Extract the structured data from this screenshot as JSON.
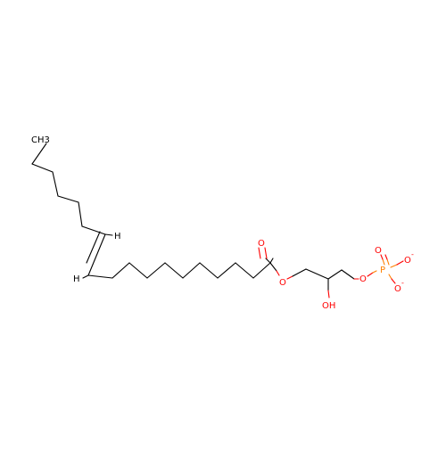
{
  "molecule": {
    "atoms": {
      "methyl": "CH3",
      "h_upper": "H",
      "h_lower": "H",
      "carbonyl_o": "O",
      "ester_o": "O",
      "hydroxyl": "OH",
      "phosphate_link_o": "O",
      "phosphorus": "P",
      "phosphoryl_o": "O",
      "anion_o_upper": "O",
      "anion_o_lower": "O",
      "charge_upper": "-",
      "charge_lower": "-"
    },
    "colors": {
      "carbon_bonds": "#000000",
      "oxygen": "#ff0000",
      "phosphorus": "#ff8000",
      "hydrogen": "#000000"
    }
  }
}
